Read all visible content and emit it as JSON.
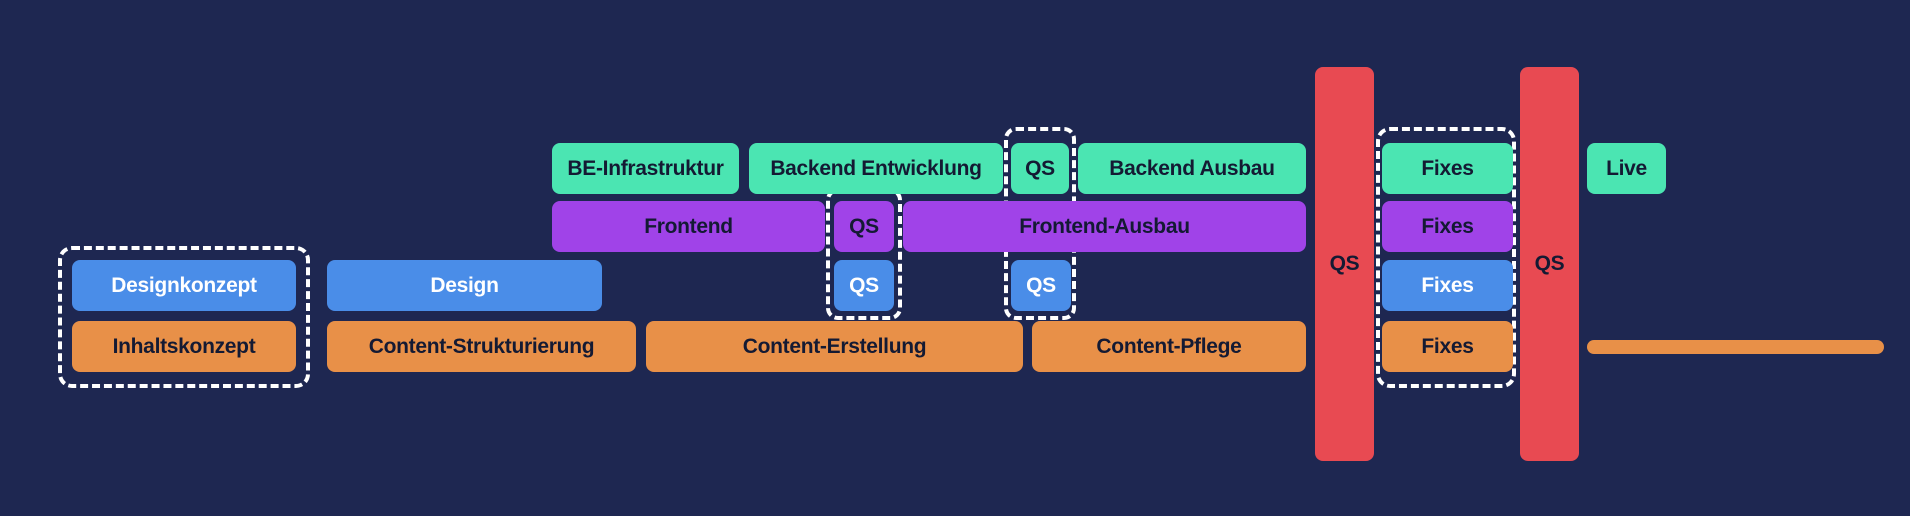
{
  "colors": {
    "background": "#1e2751",
    "backend": "#4be5b2",
    "frontend": "#a043e8",
    "design": "#4a8de8",
    "content": "#e89048",
    "qs": "#e84a52",
    "group_outline": "#ffffff"
  },
  "backend": {
    "infrastructure": "BE-Infrastruktur",
    "development": "Backend Entwicklung",
    "qs": "QS",
    "expansion": "Backend Ausbau",
    "fixes": "Fixes",
    "live": "Live"
  },
  "frontend": {
    "frontend": "Frontend",
    "qs": "QS",
    "expansion": "Frontend-Ausbau",
    "fixes": "Fixes"
  },
  "design": {
    "concept": "Designkonzept",
    "design": "Design",
    "qs_1": "QS",
    "qs_2": "QS",
    "fixes": "Fixes"
  },
  "content": {
    "concept": "Inhaltskonzept",
    "structuring": "Content-Strukturierung",
    "creation": "Content-Erstellung",
    "maintenance": "Content-Pflege",
    "fixes": "Fixes"
  },
  "milestones": {
    "qs_1": "QS",
    "qs_2": "QS"
  }
}
